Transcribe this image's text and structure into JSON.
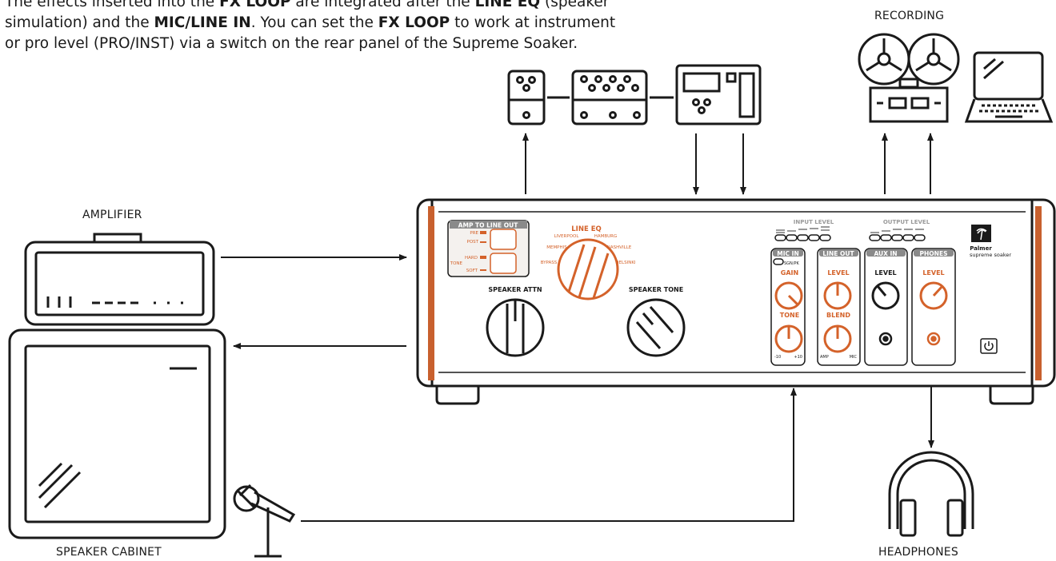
{
  "intro": {
    "p1": "The effects inserted into the ",
    "b1": "FX LOOP",
    "p2": " are integrated after the ",
    "b2": "LINE EQ",
    "p3": " (speaker simulation) and the ",
    "b3": "MIC/LINE IN",
    "p4": ". You can set the ",
    "b4": "FX LOOP",
    "p5": " to work at instrument or pro level (PRO/INST) via a switch on the rear panel of the Supreme Soaker."
  },
  "captions": {
    "recording": "RECORDING",
    "amplifier": "AMPLIFIER",
    "speaker_cabinet": "SPEAKER CABINET",
    "headphones": "HEADPHONES"
  },
  "device": {
    "amp_to_line_out": "AMP TO LINE OUT",
    "pre": "PRE",
    "post": "POST",
    "hard": "HARD",
    "tone": "TONE",
    "soft": "SOFT",
    "line_eq": "LINE EQ",
    "eq_settings": [
      "LIVERPOOL",
      "HAMBURG",
      "MEMPHIS",
      "NASHVILLE",
      "BYPASS",
      "HELSINKI"
    ],
    "speaker_attn": "SPEAKER ATTN",
    "speaker_tone": "SPEAKER TONE",
    "input_level": "INPUT LEVEL",
    "output_level": "OUTPUT LEVEL",
    "mic_in": "MIC IN",
    "sgn_pk": "SGN/PK",
    "gain": "GAIN",
    "tone_knob": "TONE",
    "range_min": "-10",
    "range_max": "+10",
    "line_out": "LINE OUT",
    "level": "LEVEL",
    "blend": "BLEND",
    "amp": "AMP",
    "mic": "MIC",
    "aux_in": "AUX IN",
    "aux_level": "LEVEL",
    "phones": "PHONES",
    "phones_level": "LEVEL",
    "brand": "Palmer",
    "model": "supreme soaker"
  },
  "colors": {
    "accent": "#d4622a",
    "ink": "#1a1a1a",
    "wood": "#c8602e"
  }
}
